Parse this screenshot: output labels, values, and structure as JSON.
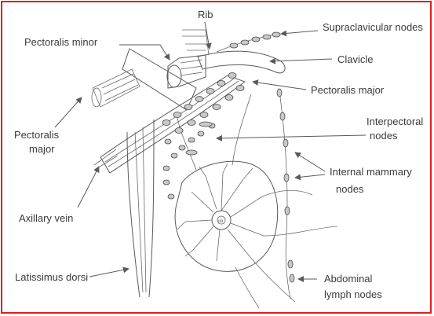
{
  "labels": {
    "rib": "Rib",
    "pectoralis_minor": "Pectoralis minor",
    "supraclavicular_nodes": "Supraclavicular nodes",
    "clavicle": "Clavicle",
    "pectoralis_major_right": "Pectoralis major",
    "interpectoral_line1": "Interpectoral",
    "interpectoral_line2": "nodes",
    "pectoralis_major_left_line1": "Pectoralis",
    "pectoralis_major_left_line2": "major",
    "internal_mammary_line1": "Internal mammary",
    "internal_mammary_line2": "nodes",
    "axillary_vein": "Axillary vein",
    "latissimus_dorsi": "Latissimus dorsi",
    "abdominal_line1": "Abdominal",
    "abdominal_line2": "lymph nodes"
  },
  "colors": {
    "frame": "#e31b1b",
    "ink": "#3a3a3a",
    "node_fill": "#c9c9c9"
  }
}
